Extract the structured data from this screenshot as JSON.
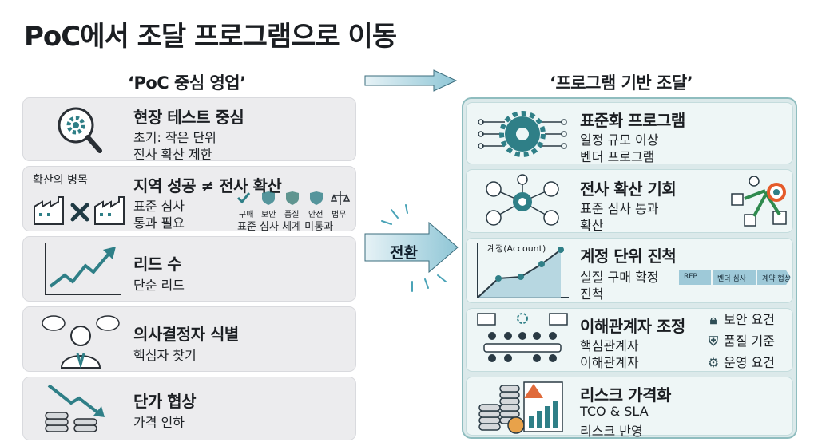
{
  "title": "PoC에서 조달 프로그램으로 이동",
  "left_header": "‘PoC 중심 영업’",
  "right_header": "‘프로그램 기반 조달’",
  "transition_label": "전환",
  "left_cards": [
    {
      "title": "현장 테스트 중심",
      "lines": [
        "초기: 작은 단위",
        "전사 확산 제한"
      ],
      "icon": "magnifier-gear-icon"
    },
    {
      "title": "지역 성공 ≠ 전사 확산",
      "lines": [
        "표준 심사",
        "통과 필요"
      ],
      "icon": "factories-icon",
      "badge": "확산의 병목",
      "checks": [
        "구매",
        "보안",
        "품질",
        "안전",
        "법무"
      ],
      "checks_caption": "표준 심사 체계 미통과"
    },
    {
      "title": "리드 수",
      "lines": [
        "단순 리드"
      ],
      "icon": "trend-chart-icon"
    },
    {
      "title": "의사결정자 식별",
      "lines": [
        "핵심자 찾기"
      ],
      "icon": "person-thinking-icon"
    },
    {
      "title": "단가 협상",
      "lines": [
        "가격 인하"
      ],
      "icon": "coins-down-icon"
    }
  ],
  "right_cards": [
    {
      "title": "표준화 프로그램",
      "lines": [
        "일정 규모 이상",
        "벤더 프로그램"
      ],
      "icon": "circuit-gear-icon"
    },
    {
      "title": "전사 확산 기회",
      "lines": [
        "표준 심사 통과",
        "확산"
      ],
      "icon": "network-icon"
    },
    {
      "title": "계정 단위 진척",
      "lines": [
        "실질 구매 확정",
        "진척"
      ],
      "icon": "account-chart-icon",
      "chart_label": "계정(Account)",
      "steps": [
        "RFP",
        "벤더 심사",
        "계약 협상"
      ]
    },
    {
      "title": "이해관계자 조정",
      "lines": [
        "핵심관계자",
        "이해관계자"
      ],
      "icon": "meeting-icon",
      "requirements": [
        "보안 요건",
        "품질 기준",
        "운영 요건"
      ]
    },
    {
      "title": "리스크 가격화",
      "lines": [
        "TCO & SLA",
        "리스크 반영"
      ],
      "icon": "risk-coins-icon"
    }
  ],
  "colors": {
    "teal": "#2f7f87",
    "panel": "#dbe9ea",
    "card": "#ececee",
    "arrow": "#9fcfdc"
  }
}
